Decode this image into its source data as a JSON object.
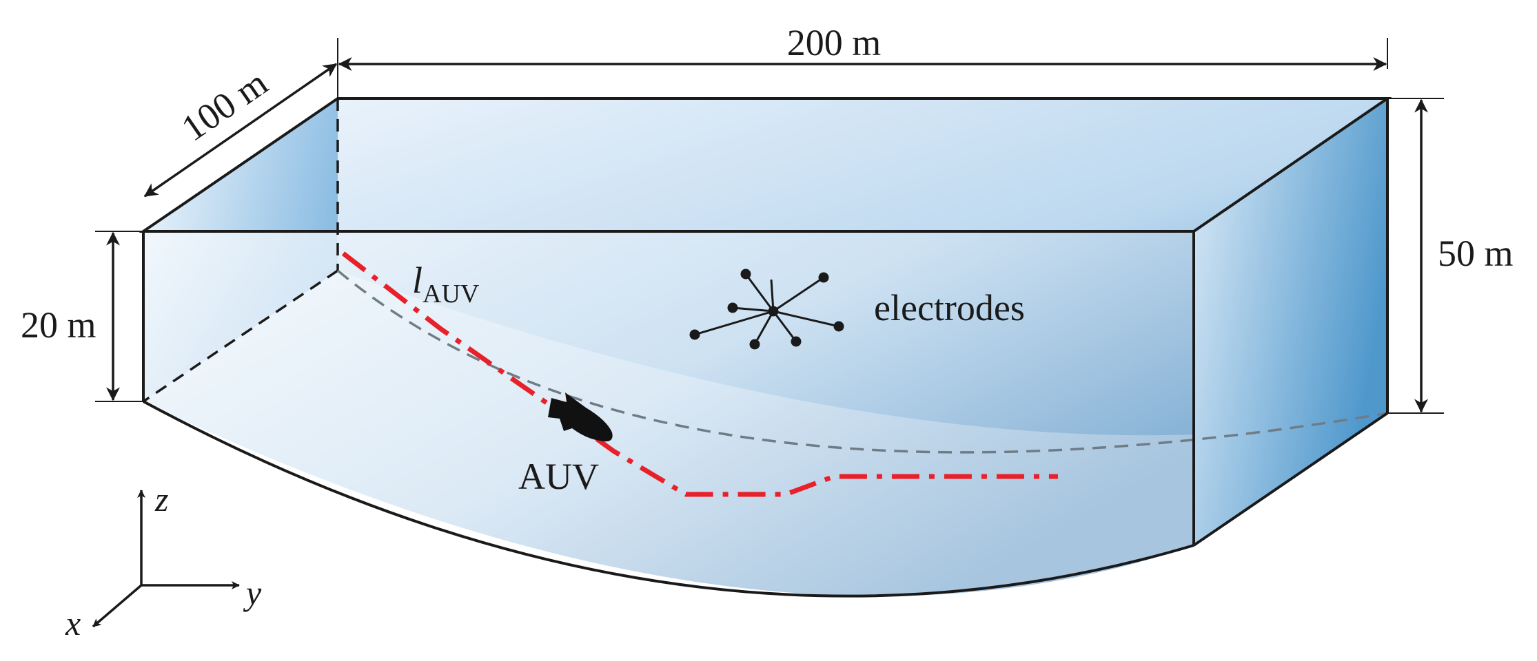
{
  "dimensions": {
    "length": "200 m",
    "width": "100 m",
    "depth_deep": "50 m",
    "depth_shallow": "20 m"
  },
  "labels": {
    "path_symbol": "l",
    "path_subscript": "AUV",
    "vehicle": "AUV",
    "electrodes": "electrodes"
  },
  "axes": {
    "x": "x",
    "y": "y",
    "z": "z"
  },
  "colors": {
    "water_light": "#eaf3fb",
    "water_dark": "#4a93c8",
    "path": "#e8202a",
    "lines": "#1a1a1a",
    "seabed_dashed": "#6f7c86"
  }
}
